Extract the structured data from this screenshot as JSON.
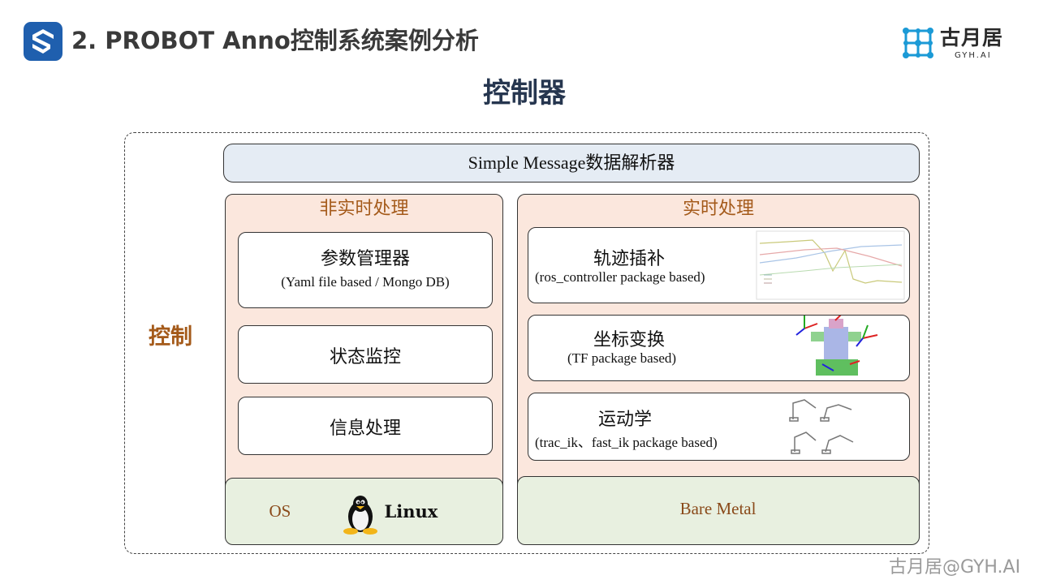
{
  "header": {
    "title": "2. PROBOT Anno控制系统案例分析",
    "brand_cn": "古月居",
    "brand_en": "GYH.AI"
  },
  "main_title": "控制器",
  "side_label": "控制",
  "parser_label": "Simple Message数据解析器",
  "non_realtime": {
    "title": "非实时处理",
    "cards": [
      {
        "title": "参数管理器",
        "subtitle": "(Yaml file based / Mongo DB)"
      },
      {
        "title": "状态监控"
      },
      {
        "title": "信息处理"
      }
    ],
    "os_label": "OS",
    "linux_label": "Linux"
  },
  "realtime": {
    "title": "实时处理",
    "cards": [
      {
        "title": "轨迹插补",
        "subtitle": "(ros_controller package based)"
      },
      {
        "title": "坐标变换",
        "subtitle": "(TF package based)"
      },
      {
        "title": "运动学",
        "subtitle": "(trac_ik、fast_ik package based)"
      }
    ],
    "base_label": "Bare Metal"
  },
  "watermark": "古月居@GYH.AI",
  "colors": {
    "accent_orange": "#a45a1a",
    "panel_peach": "#fbe7dd",
    "parser_blue": "#e5ecf4",
    "os_green": "#e8f0e0",
    "logo_blue": "#1f5fae",
    "title_navy": "#26364f"
  },
  "icons": {
    "logo": "s-logo-icon",
    "brand": "gyh-network-icon",
    "linux": "tux-penguin-icon",
    "trajectory": "trajectory-plot-icon",
    "tf": "robot-frames-icon",
    "kinematics": "robot-arms-icon"
  }
}
